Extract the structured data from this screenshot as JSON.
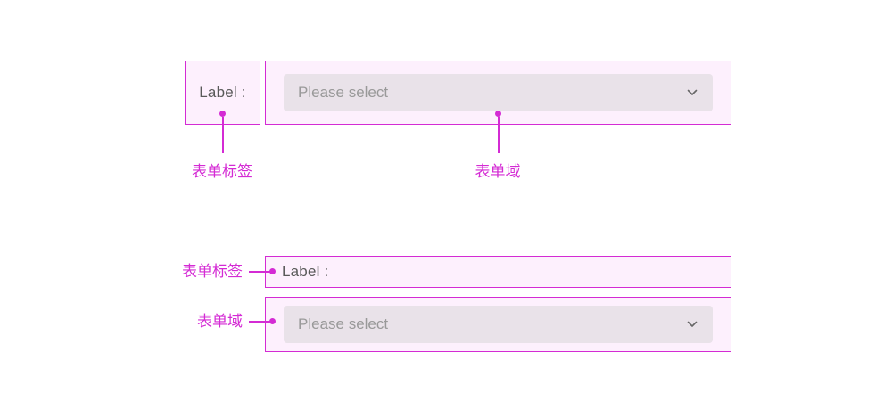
{
  "colors": {
    "accent": "#d42bd4",
    "box_fill": "#fdf0fd",
    "select_bg": "#e9e2e9",
    "label_text": "#595959",
    "placeholder_text": "#999999",
    "chevron": "#666666"
  },
  "horizontal_layout": {
    "label_text": "Label :",
    "select_placeholder": "Please select",
    "callouts": {
      "label": "表单标签",
      "field": "表单域"
    }
  },
  "vertical_layout": {
    "label_text": "Label :",
    "select_placeholder": "Please select",
    "callouts": {
      "label": "表单标签",
      "field": "表单域"
    }
  }
}
